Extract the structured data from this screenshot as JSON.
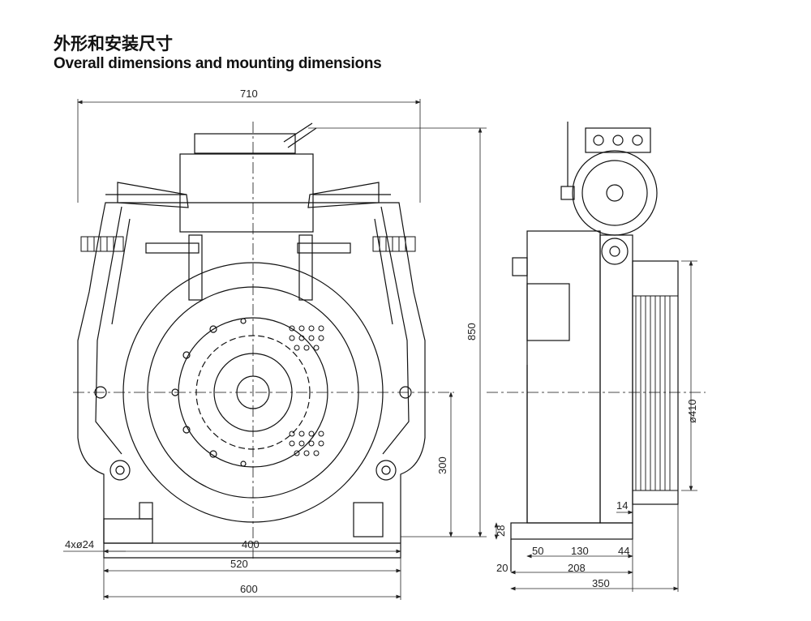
{
  "title_cn": "外形和安装尺寸",
  "title_en": "Overall dimensions and mounting dimensions",
  "dimensions": {
    "width_710": "710",
    "height_850": "850",
    "height_300": "300",
    "holes": "4xø24",
    "span_400": "400",
    "span_520": "520",
    "span_600": "600",
    "diam_410": "ø410",
    "d_14": "14",
    "d_28": "28",
    "d_50": "50",
    "d_130": "130",
    "d_44": "44",
    "d_20": "20",
    "d_208": "208",
    "d_350": "350"
  }
}
